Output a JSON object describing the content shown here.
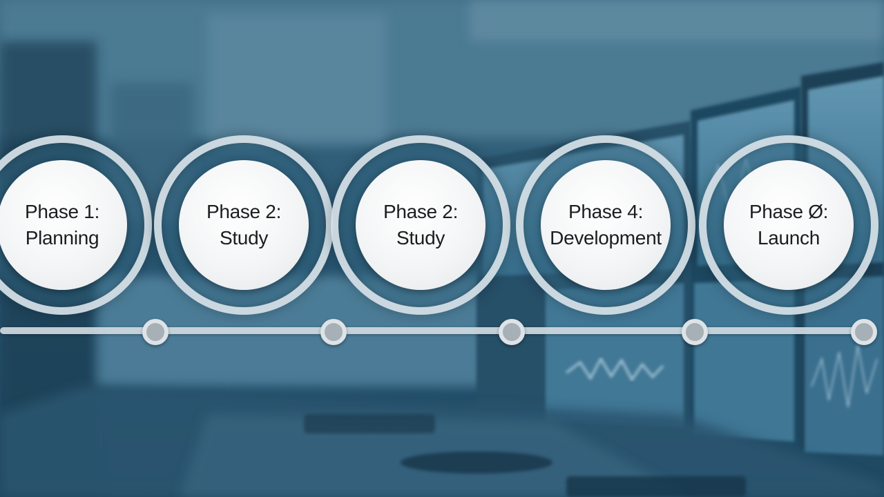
{
  "phases": [
    {
      "title": "Phase 1:",
      "subtitle": "Planning"
    },
    {
      "title": "Phase 2:",
      "subtitle": "Study"
    },
    {
      "title": "Phase 2:",
      "subtitle": "Study"
    },
    {
      "title": "Phase 4:",
      "subtitle": "Development"
    },
    {
      "title": "Phase Ø:",
      "subtitle": "Launch"
    }
  ],
  "colors": {
    "background": "#2d5b76",
    "ring": "#d6e0e6",
    "circle_fill": "#f4f5f6",
    "text": "#1b1d20",
    "timeline": "#d0d9de",
    "milestone": "#a6b0b6"
  }
}
